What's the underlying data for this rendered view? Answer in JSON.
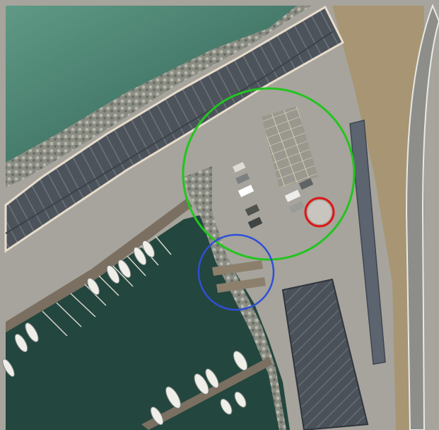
{
  "image": {
    "kind": "aerial photograph",
    "annotations": [
      {
        "shape": "circle",
        "color": "#22c51e",
        "label": ""
      },
      {
        "shape": "circle",
        "color": "#2f4fd6",
        "label": ""
      },
      {
        "shape": "circle",
        "color": "#e01515",
        "label": ""
      }
    ]
  }
}
